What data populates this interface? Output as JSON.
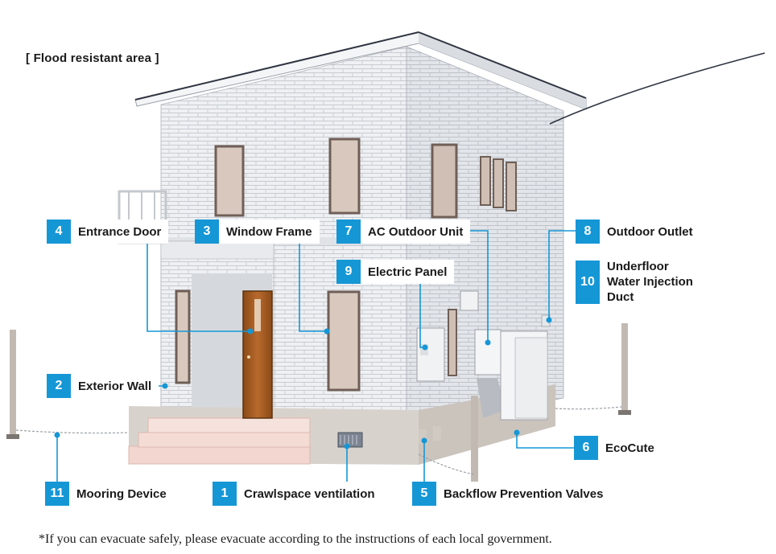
{
  "heading": "[ Flood resistant area ]",
  "accent_color": "#1597d6",
  "callouts": [
    {
      "number": "1",
      "label": "Crawlspace ventilation"
    },
    {
      "number": "2",
      "label": "Exterior Wall"
    },
    {
      "number": "3",
      "label": "Window Frame"
    },
    {
      "number": "4",
      "label": "Entrance Door"
    },
    {
      "number": "5",
      "label": "Backflow Prevention Valves"
    },
    {
      "number": "6",
      "label": "EcoCute"
    },
    {
      "number": "7",
      "label": "AC Outdoor Unit"
    },
    {
      "number": "8",
      "label": "Outdoor Outlet"
    },
    {
      "number": "9",
      "label": "Electric Panel"
    },
    {
      "number": "10",
      "label": "Underfloor Water Injection Duct"
    },
    {
      "number": "11",
      "label": "Mooring Device"
    }
  ],
  "footnote": "*If you can evacuate safely, please evacuate according to the instructions of each local government."
}
